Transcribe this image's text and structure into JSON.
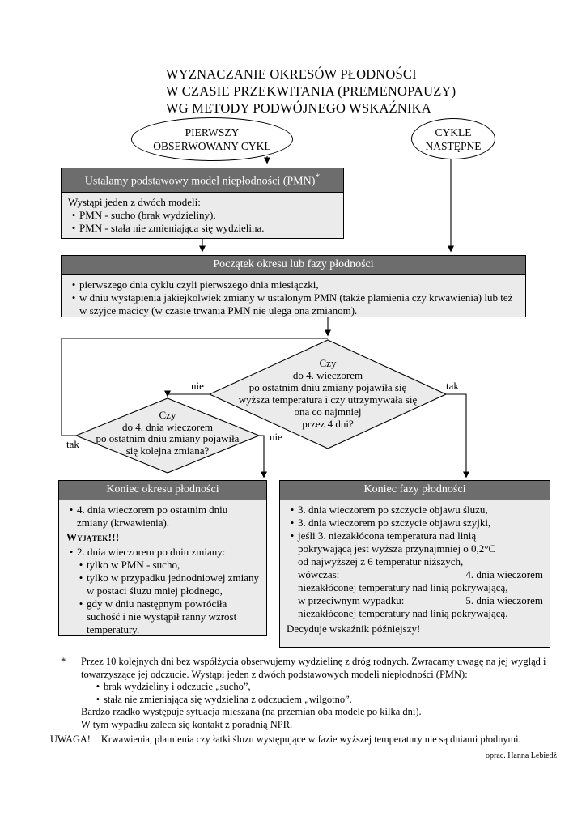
{
  "glyphs": {
    "bullet": "•"
  },
  "title": {
    "line1": "WYZNACZANIE OKRESÓW PŁODNOŚCI",
    "line2": "W CZASIE PRZEKWITANIA (PREMENOPAUZY)",
    "line3": "WG METODY PODWÓJNEGO WSKAŹNIKA"
  },
  "ellipse_first": {
    "line1": "PIERWSZY",
    "line2": "OBSERWOWANY CYKL"
  },
  "ellipse_next": {
    "line1": "CYKLE",
    "line2": "NASTĘPNE"
  },
  "pmn_box": {
    "header": "Ustalamy podstawowy model niepłodności (PMN)",
    "header_mark": "*",
    "intro": "Wystąpi jeden z dwóch modeli:",
    "items": [
      "PMN - sucho (brak wydzieliny),",
      "PMN - stała nie zmieniająca się wydzielina."
    ]
  },
  "poczatek_box": {
    "header": "Początek okresu lub fazy płodności",
    "items": [
      "pierwszego dnia cyklu czyli pierwszego dnia miesiączki,",
      "w dniu wystąpienia jakiejkolwiek zmiany w ustalonym  PMN (także plamienia czy krwawienia) lub też w szyjce macicy (w czasie trwania PMN nie ulega ona zmianom)."
    ]
  },
  "diamond_temperature": {
    "lines": [
      "Czy",
      "do 4. wieczorem",
      "po ostatnim dniu zmiany pojawiła się",
      "wyższa temperatura i czy utrzymywała się",
      "ona co najmniej",
      "przez 4 dni?"
    ]
  },
  "diamond_change": {
    "lines": [
      "Czy",
      "do 4. dnia wieczorem",
      "po ostatnim dniu zmiany pojawiła",
      "się kolejna zmiana?"
    ]
  },
  "edge_labels": {
    "temp_no": "nie",
    "temp_yes": "tak",
    "change_yes": "tak",
    "change_no": "nie"
  },
  "koniec_okresu": {
    "header": "Koniec okresu płodności",
    "item1": "4. dnia wieczorem po ostatnim dniu zmiany (krwawienia).",
    "exception": "Wyjątek!!!",
    "item2": "2. dnia wieczorem po dniu zmiany:",
    "subitems": [
      "tylko w PMN - sucho,",
      "tylko w przypadku jednodniowej zmiany w postaci śluzu mniej płodnego,",
      "gdy w dniu następnym powróciła suchość i nie wystąpił ranny wzrost temperatury."
    ]
  },
  "koniec_fazy": {
    "header": "Koniec fazy płodności",
    "items": [
      "3. dnia wieczorem po szczycie objawu śluzu,",
      "3. dnia wieczorem po szczycie objawu szyjki,"
    ],
    "item3": {
      "l1": "jeśli 3. niezakłócona temperatura nad linią",
      "l2": "pokrywającą jest wyższa przynajmniej o 0,2°C",
      "l3": "od najwyższej z 6 temperatur niższych,",
      "w1": "wówczas:",
      "w2": "4. dnia wieczorem",
      "l4": "niezakłóconej temperatury nad linią pokrywającą,",
      "p1": "w przeciwnym wypadku:",
      "p2": "5. dnia wieczorem",
      "l5": "niezakłóconej temperatury nad linią pokrywającą."
    },
    "footer": "Decyduje wskaźnik późniejszy!"
  },
  "footnote": {
    "marker": "*",
    "par1": "Przez 10 kolejnych dni bez współżycia obserwujemy wydzielinę z dróg rodnych. Zwracamy uwagę na jej wygląd i towarzyszące jej odczucie. Wystąpi jeden z dwóch podstawowych modeli niepłodności (PMN):",
    "items": [
      "brak wydzieliny i odczucie „sucho”,",
      "stała nie zmieniająca się wydzielina z odczuciem „wilgotno”."
    ],
    "par2": "Bardzo rzadko występuje sytuacja mieszana (na przemian oba modele po kilka dni).",
    "par3": "W tym wypadku zaleca się kontakt z poradnią NPR."
  },
  "uwaga": {
    "label": "UWAGA!",
    "text": "Krwawienia, plamienia czy łatki śluzu występujące w fazie wyższej temperatury nie są dniami płodnymi."
  },
  "credit": "oprac. Hanna Lebiedź"
}
